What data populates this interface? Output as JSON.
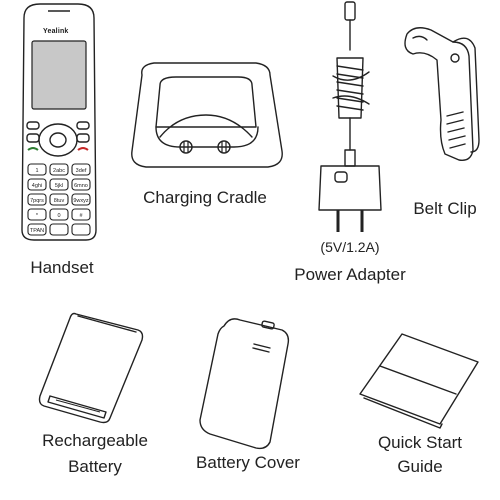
{
  "items": {
    "handset": {
      "label": "Handset",
      "brand": "Yealink",
      "keys": [
        "1",
        "2abc",
        "3def",
        "4ghi",
        "5jkl",
        "6mno",
        "7pqrs",
        "8tuv",
        "9wxyz",
        "*",
        "0",
        "#",
        "TPAN",
        "",
        ""
      ]
    },
    "cradle": {
      "label": "Charging Cradle"
    },
    "adapter": {
      "label": "Power Adapter",
      "spec": "(5V/1.2A)"
    },
    "belt_clip": {
      "label": "Belt Clip"
    },
    "battery": {
      "label_line1": "Rechargeable",
      "label_line2": "Battery"
    },
    "battery_cover": {
      "label": "Battery Cover"
    },
    "guide": {
      "label_line1": "Quick Start",
      "label_line2": "Guide"
    }
  },
  "colors": {
    "stroke": "#222222",
    "screen": "#c8c8c8",
    "body": "#ffffff",
    "accent_call": "#2e7d32",
    "accent_end": "#c62828"
  }
}
